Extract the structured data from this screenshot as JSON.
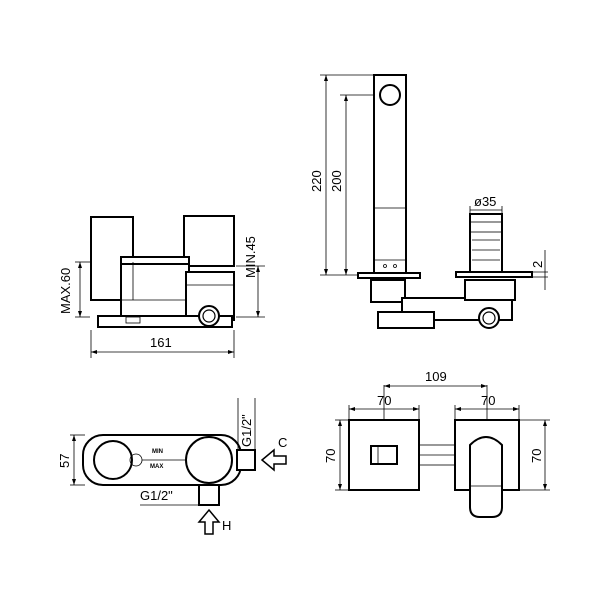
{
  "side_view": {
    "max_label": "MAX.60",
    "min_label": "MIN.45",
    "width_label": "161"
  },
  "spout_view": {
    "h220": "220",
    "h200": "200",
    "diam": "ø35",
    "offset": "2"
  },
  "top_view": {
    "height_label": "57",
    "inlet_top": "G1/2\"",
    "inlet_bottom": "G1/2\"",
    "cold_label": "C",
    "hot_label": "H",
    "min_text": "MIN",
    "max_text": "MAX"
  },
  "front_view": {
    "center_distance": "109",
    "left_width": "70",
    "right_width": "70",
    "left_height": "70",
    "right_height": "70"
  }
}
